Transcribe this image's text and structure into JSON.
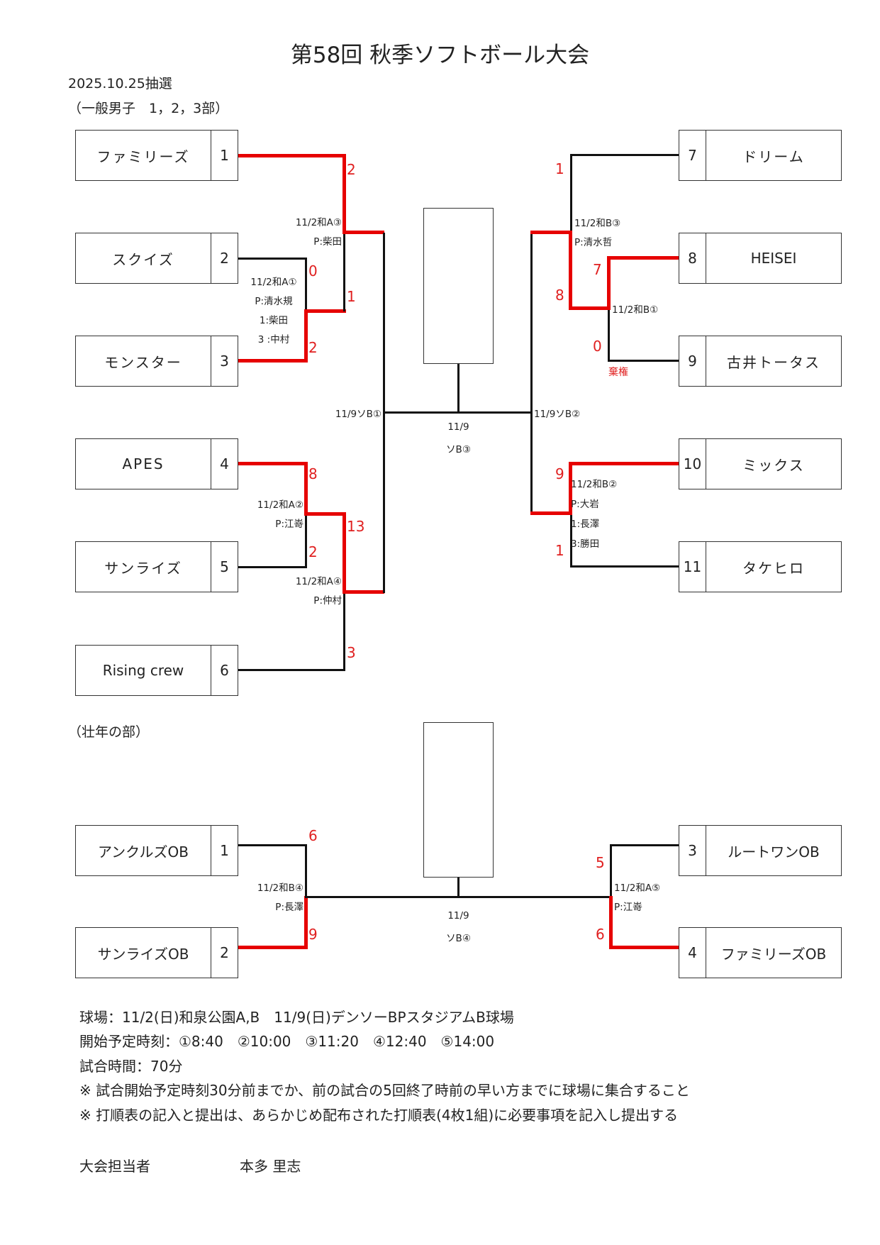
{
  "header": {
    "title": "第58回 秋季ソフトボール大会",
    "draw_date": "2025.10.25抽選",
    "division_general": "（一般男子　1，2，3部）",
    "division_senior": "（壮年の部）"
  },
  "general": {
    "left_teams": [
      {
        "seed": "1",
        "name": "ファミリーズ"
      },
      {
        "seed": "2",
        "name": "スクイズ"
      },
      {
        "seed": "3",
        "name": "モンスター"
      },
      {
        "seed": "4",
        "name": "APES"
      },
      {
        "seed": "5",
        "name": "サンライズ"
      },
      {
        "seed": "6",
        "name": "Rising crew"
      }
    ],
    "right_teams": [
      {
        "seed": "7",
        "name": "ドリーム"
      },
      {
        "seed": "8",
        "name": "HEISEI"
      },
      {
        "seed": "9",
        "name": "古井トータス"
      },
      {
        "seed": "10",
        "name": "ミックス"
      },
      {
        "seed": "11",
        "name": "タケヒロ"
      }
    ],
    "matches": {
      "a1": {
        "label": "11/2和A①",
        "notes": [
          "P:清水規",
          "1:柴田",
          "3 :中村"
        ],
        "score_top": "0",
        "score_bottom": "2"
      },
      "a2": {
        "label": "11/2和A②",
        "notes": [
          "P:江嵜"
        ],
        "score_top": "8",
        "score_bottom": "2"
      },
      "a3": {
        "label": "11/2和A③",
        "notes": [
          "P:柴田"
        ],
        "score_top": "2",
        "score_bottom": "1"
      },
      "a4": {
        "label": "11/2和A④",
        "notes": [
          "P:仲村"
        ],
        "score_top": "13",
        "score_bottom": "3"
      },
      "b1": {
        "label": "11/2和B①",
        "score_top": "7",
        "score_bottom": "0",
        "note_forfeit": "棄権"
      },
      "b2": {
        "label": "11/2和B②",
        "notes": [
          "P:大岩",
          "1:長澤",
          "3:勝田"
        ],
        "score_top": "9",
        "score_bottom": "1"
      },
      "b3": {
        "label": "11/2和B③",
        "notes": [
          "P:清水哲"
        ],
        "score_top": "1",
        "score_bottom": "8"
      },
      "s1": {
        "label": "11/9ソB①"
      },
      "s2": {
        "label": "11/9ソB②"
      },
      "final": {
        "date": "11/9",
        "label": "ソB③"
      }
    }
  },
  "senior": {
    "left_teams": [
      {
        "seed": "1",
        "name": "アンクルズOB"
      },
      {
        "seed": "2",
        "name": "サンライズOB"
      }
    ],
    "right_teams": [
      {
        "seed": "3",
        "name": "ルートワンOB"
      },
      {
        "seed": "4",
        "name": "ファミリーズOB"
      }
    ],
    "matches": {
      "b4": {
        "label": "11/2和B④",
        "notes": [
          "P:長澤"
        ],
        "score_top": "6",
        "score_bottom": "9"
      },
      "a5": {
        "label": "11/2和A⑤",
        "notes": [
          "P:江嵜"
        ],
        "score_top": "5",
        "score_bottom": "6"
      },
      "final": {
        "date": "11/9",
        "label": "ソB④"
      }
    }
  },
  "footer": {
    "lines": [
      "球場：11/2(日)和泉公園A,B　11/9(日)デンソーBPスタジアムB球場",
      "開始予定時刻：①8:40　②10:00　③11:20　④12:40　⑤14:00",
      "試合時間：70分",
      "※ 試合開始予定時刻30分前までか、前の試合の5回終了時前の早い方までに球場に集合すること",
      "※ 打順表の記入と提出は、あらかじめ配布された打順表(4枚1組)に必要事項を記入し提出する"
    ],
    "organizer_label": "大会担当者",
    "organizer_name": "本多 里志"
  },
  "colors": {
    "winner_line": "#e60000",
    "score": "#e02020",
    "line": "#111111"
  }
}
